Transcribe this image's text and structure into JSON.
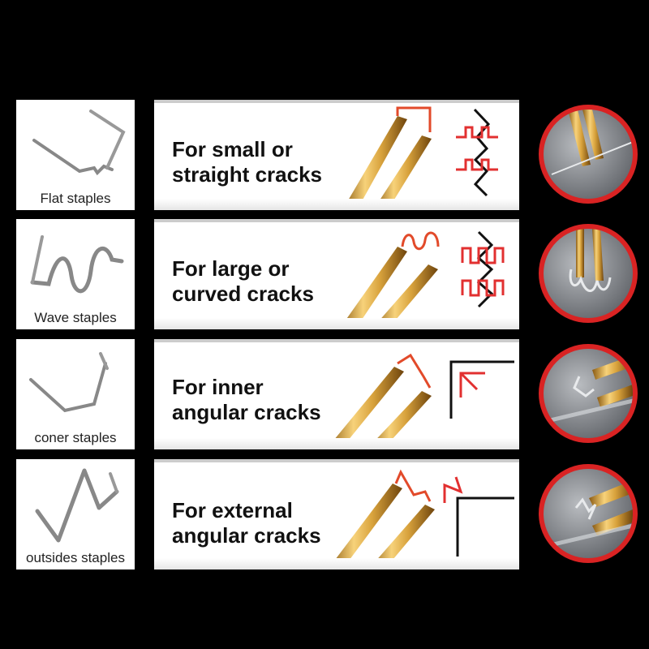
{
  "rows": [
    {
      "staple_caption": "Flat staples",
      "card_line1": "For small or",
      "card_line2": "straight cracks"
    },
    {
      "staple_caption": "Wave staples",
      "card_line1": "For large or",
      "card_line2": "curved cracks"
    },
    {
      "staple_caption": "coner staples",
      "card_line1": "For inner",
      "card_line2": "angular cracks"
    },
    {
      "staple_caption": "outsides staples",
      "card_line1": "For external",
      "card_line2": "angular cracks"
    }
  ],
  "colors": {
    "background": "#000000",
    "accent_red": "#d92323",
    "gold": "#c8952e"
  }
}
